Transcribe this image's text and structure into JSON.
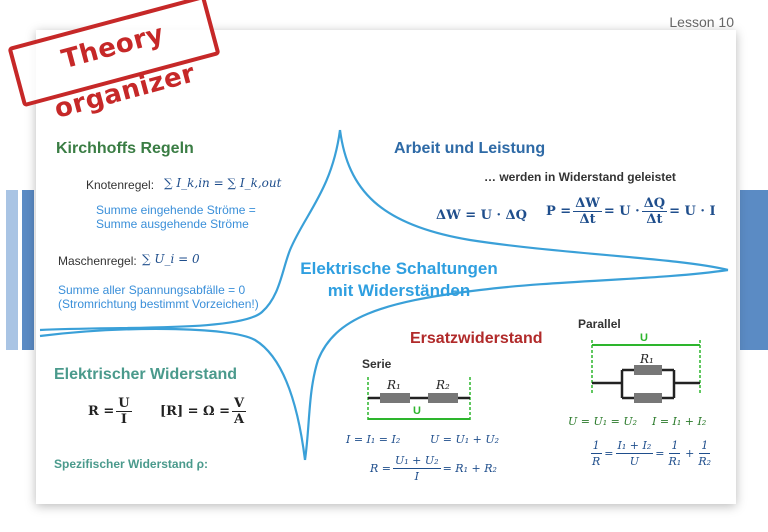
{
  "lesson": "Lesson 10",
  "stamp": "Theory organizer",
  "center_title": {
    "line1": "Elektrische Schaltungen",
    "line2": "mit Widerständen"
  },
  "kirchhoff": {
    "title": "Kirchhoffs Regeln",
    "knoten_label": "Knotenregel:",
    "knoten_formula": "∑ I_k,in = ∑ I_k,out",
    "knoten_desc1": "Summe eingehende Ströme =",
    "knoten_desc2": "Summe ausgehende Ströme",
    "maschen_label": "Maschenregel:",
    "maschen_formula": "∑ U_i = 0",
    "maschen_desc1": "Summe aller Spannungsabfälle = 0",
    "maschen_desc2": "(Stromrichtung bestimmt Vorzeichen!)"
  },
  "arbeit": {
    "title": "Arbeit und Leistung",
    "subtitle": "… werden in Widerstand geleistet",
    "formula1": "ΔW = U · ΔQ",
    "p_lhs": "P =",
    "p_num1": "ΔW",
    "p_den1": "Δt",
    "p_mid": "= U ·",
    "p_num2": "ΔQ",
    "p_den2": "Δt",
    "p_rhs": "= U · I"
  },
  "widerstand": {
    "title": "Elektrischer Widerstand",
    "r_lhs": "R =",
    "r_num": "U",
    "r_den": "I",
    "unit_lhs": "[R] = Ω =",
    "unit_num": "V",
    "unit_den": "A",
    "spez": "Spezifischer Widerstand ρ:"
  },
  "ersatz": {
    "title": "Ersatzwiderstand",
    "serie": {
      "label": "Serie",
      "r1": "R₁",
      "r2": "R₂",
      "u": "U",
      "f_current": "I = I₁ = I₂",
      "f_voltage": "U = U₁ + U₂",
      "f_r_lhs": "R =",
      "f_r_num": "U₁ + U₂",
      "f_r_den": "I",
      "f_r_rhs": "= R₁ + R₂"
    },
    "parallel": {
      "label": "Parallel",
      "r1": "R₁",
      "u": "U",
      "f_voltage": "U = U₁ = U₂",
      "f_current": "I = I₁ + I₂",
      "f_a_num": "1",
      "f_a_den": "R",
      "f_b_num": "I₁ + I₂",
      "f_b_den": "U",
      "f_c_num": "1",
      "f_c_den": "R₁",
      "f_d_num": "1",
      "f_d_den": "R₂"
    }
  },
  "colors": {
    "accent_blue": "#2f9fe0",
    "side_bar": "#5b8bc4",
    "stamp_red": "#c62828",
    "circuit_green": "#2db52d"
  }
}
